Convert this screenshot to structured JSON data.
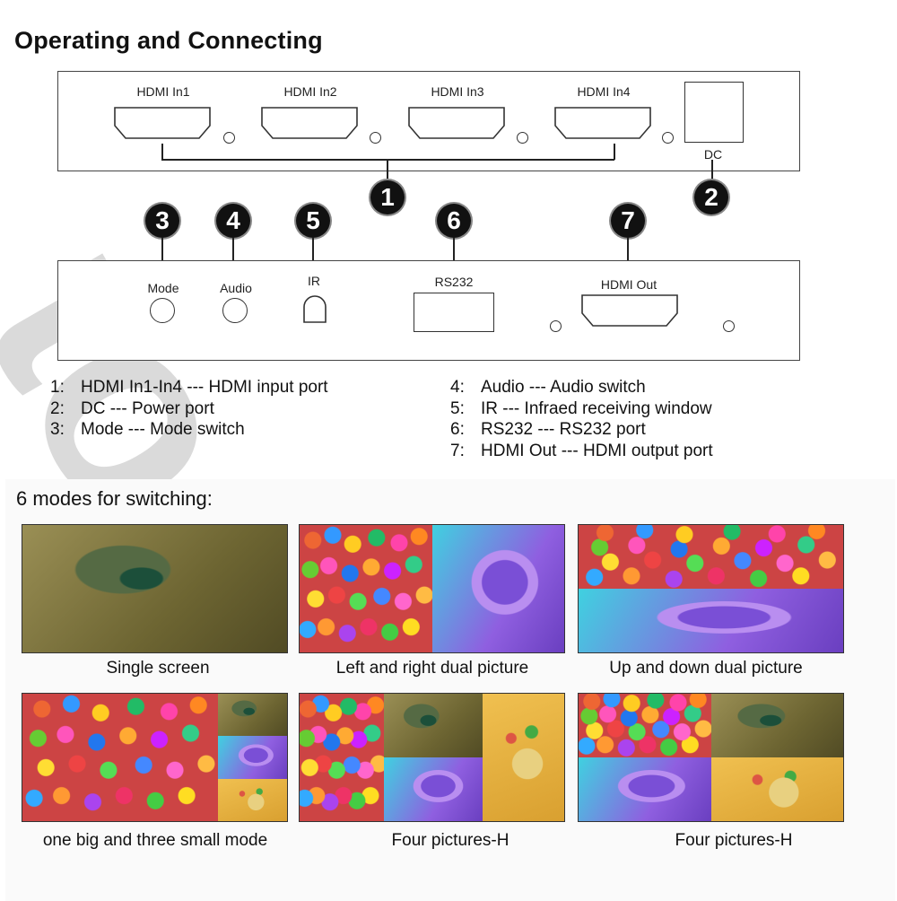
{
  "title": "Operating and Connecting",
  "watermark": "to",
  "top_panel": {
    "ports": [
      {
        "label": "HDMI In1"
      },
      {
        "label": "HDMI In2"
      },
      {
        "label": "HDMI In3"
      },
      {
        "label": "HDMI In4"
      }
    ],
    "dc_label": "DC"
  },
  "badges": [
    "1",
    "2",
    "3",
    "4",
    "5",
    "6",
    "7"
  ],
  "bottom_panel": {
    "mode_label": "Mode",
    "audio_label": "Audio",
    "ir_label": "IR",
    "rs232_label": "RS232",
    "hdmi_out_label": "HDMI Out"
  },
  "legend": {
    "left": [
      {
        "num": "1:",
        "text": "HDMI In1-In4 --- HDMI input port"
      },
      {
        "num": "2:",
        "text": "DC --- Power port"
      },
      {
        "num": "3:",
        "text": "Mode --- Mode switch"
      }
    ],
    "right": [
      {
        "num": "4:",
        "text": "Audio --- Audio switch"
      },
      {
        "num": "5:",
        "text": "IR --- Infraed receiving window"
      },
      {
        "num": "6:",
        "text": "RS232 --- RS232 port"
      },
      {
        "num": "7:",
        "text": "HDMI Out --- HDMI output port"
      }
    ]
  },
  "modes": {
    "header": "6 modes for switching:",
    "captions": [
      "Single screen",
      "Left and right dual picture",
      "Up and down dual picture",
      "one big and three small mode",
      "Four pictures-H",
      "Four pictures-H"
    ]
  }
}
